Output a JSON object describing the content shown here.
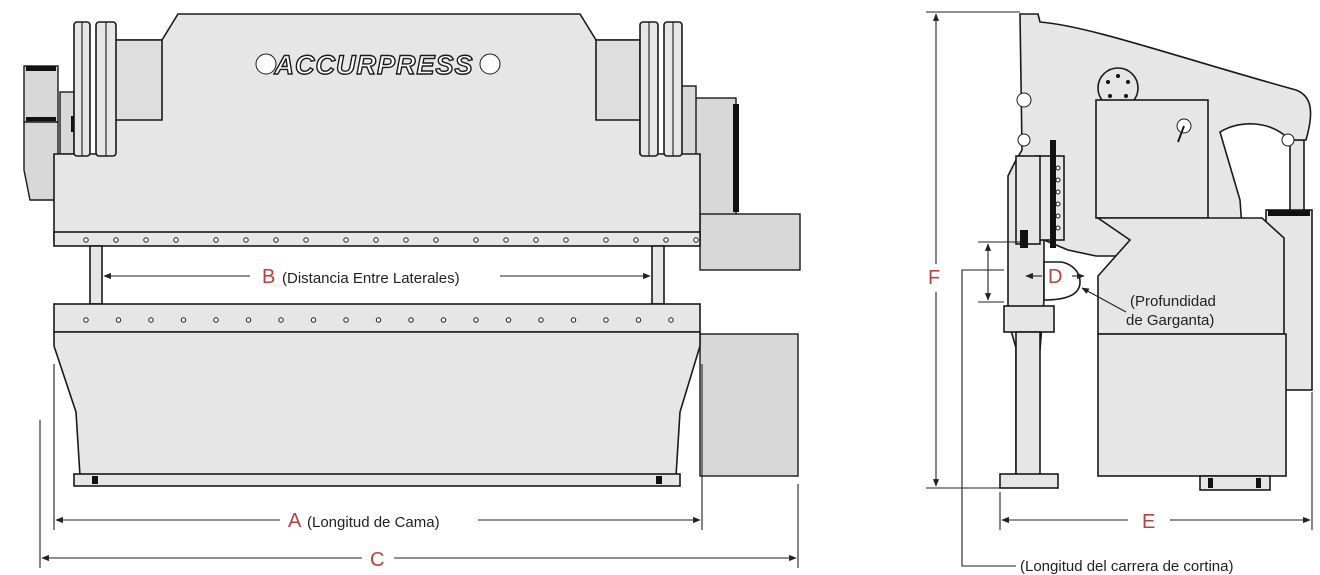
{
  "brand": {
    "logo_text": "ACCURPRESS",
    "accent_color": "#b5433c",
    "body_color": "#e6e6e6",
    "outline_color": "#1a1a1a"
  },
  "front_view": {
    "dim_a": {
      "letter": "A",
      "text": "(Longitud de Cama)"
    },
    "dim_b": {
      "letter": "B",
      "text": "(Distancia Entre Laterales)"
    },
    "dim_c": {
      "letter": "C",
      "text": ""
    }
  },
  "side_view": {
    "dim_d": {
      "letter": "D",
      "text_line1": "(Profundidad",
      "text_line2": "de Garganta)"
    },
    "dim_e": {
      "letter": "E",
      "text": ""
    },
    "dim_f": {
      "letter": "F",
      "text": ""
    },
    "stroke_label": "(Longitud del carrera de cortina)"
  }
}
